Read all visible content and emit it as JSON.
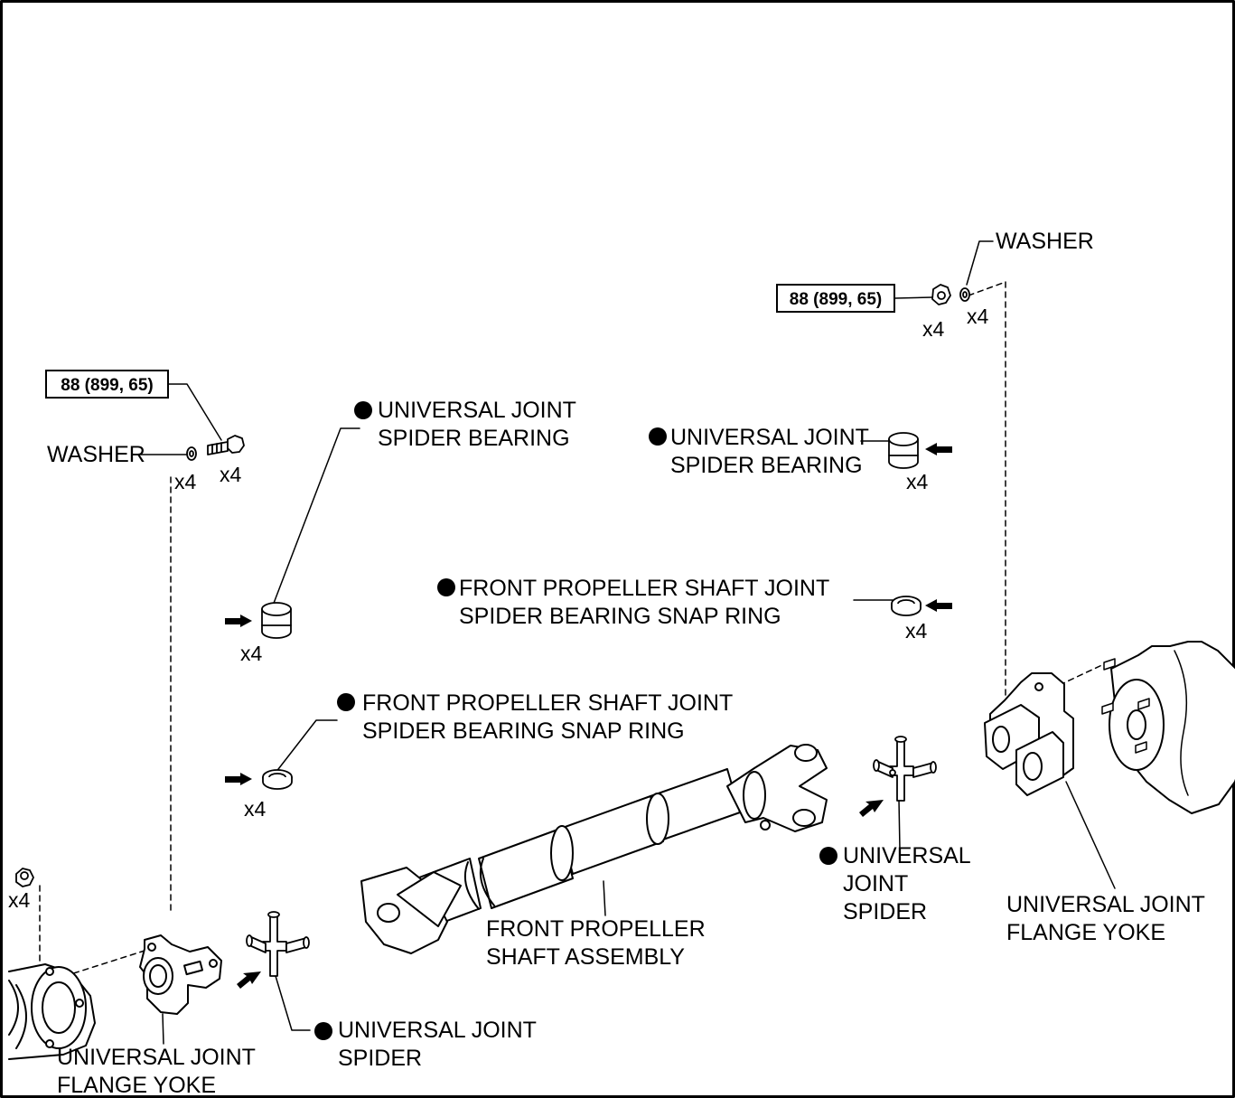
{
  "torque_spec": {
    "value": "88 (899, 65)"
  },
  "labels": {
    "washer": "WASHER",
    "ujs_bearing": "UNIVERSAL JOINT\nSPIDER BEARING",
    "snap_ring_r": "FRONT PROPELLER SHAFT JOINT\nSPIDER BEARING SNAP RING",
    "snap_ring_l": "FRONT PROPELLER SHAFT JOINT\nSPIDER BEARING SNAP RING",
    "ujs_spider_r": "UNIVERSAL\nJOINT\nSPIDER",
    "ujs_spider_l": "UNIVERSAL JOINT\nSPIDER",
    "flange_yoke": "UNIVERSAL JOINT\nFLANGE YOKE",
    "shaft_assembly": "FRONT PROPELLER\nSHAFT ASSEMBLY"
  },
  "quantity": "x4"
}
